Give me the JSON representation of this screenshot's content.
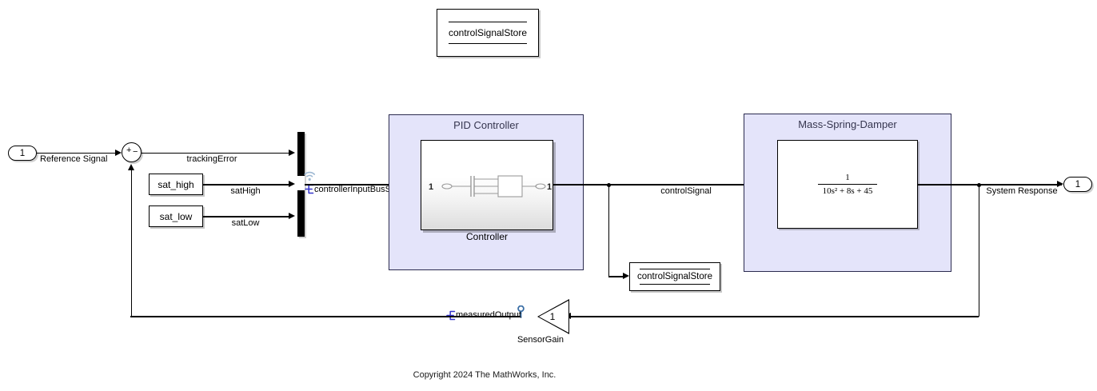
{
  "diagram": {
    "type": "simulink-block-diagram",
    "copyright": "Copyright 2024 The MathWorks, Inc.",
    "colors": {
      "subsystem_panel_bg": "#e4e4fa",
      "subsystem_panel_border": "#2b2b4f",
      "panel_title_text": "#36364f",
      "signal_log_marker": "#3333cc",
      "test_point": "#3a6ea5",
      "broadcast_icon": "#9db8d2",
      "wire": "#000000",
      "block_fill": "#ffffff"
    }
  },
  "blocks": {
    "data_store_memory": {
      "name": "controlSignalStore",
      "kind": "data-store-memory"
    },
    "data_store_write": {
      "name": "controlSignalStore",
      "kind": "data-store-write"
    },
    "inport": {
      "number": "1",
      "label": "Reference Signal"
    },
    "outport": {
      "number": "1",
      "label": "System Response"
    },
    "sum": {
      "plus": "+",
      "minus": "−"
    },
    "constants": [
      {
        "name": "sat_high",
        "signal": "satHigh"
      },
      {
        "name": "sat_low",
        "signal": "satLow"
      }
    ],
    "bus_creator": {
      "output_signal": "controllerInputBusSignal",
      "broadcast_icon": "broadcast-icon",
      "log_marker": "signal-logging-icon"
    },
    "controller_subsystem": {
      "panel_title": "PID Controller",
      "block_caption": "Controller",
      "inport_number": "1",
      "outport_number": "1"
    },
    "plant_subsystem": {
      "panel_title": "Mass-Spring-Damper",
      "transfer_function": {
        "numerator": "1",
        "denominator": "10s² + 8s + 45",
        "denominator_parts": {
          "s2_coefficient": "10",
          "s_coefficient": "8",
          "constant": "45"
        }
      }
    },
    "sensor_gain": {
      "value": "1",
      "caption": "SensorGain",
      "test_point_icon": "test-point-icon"
    }
  },
  "signals": {
    "tracking_error": "trackingError",
    "sat_high": "satHigh",
    "sat_low": "satLow",
    "controller_input_bus": "controllerInputBusSignal",
    "control_signal": "controlSignal",
    "measured_output": "measuredOutput",
    "reference": "Reference Signal",
    "system_response": "System Response"
  }
}
